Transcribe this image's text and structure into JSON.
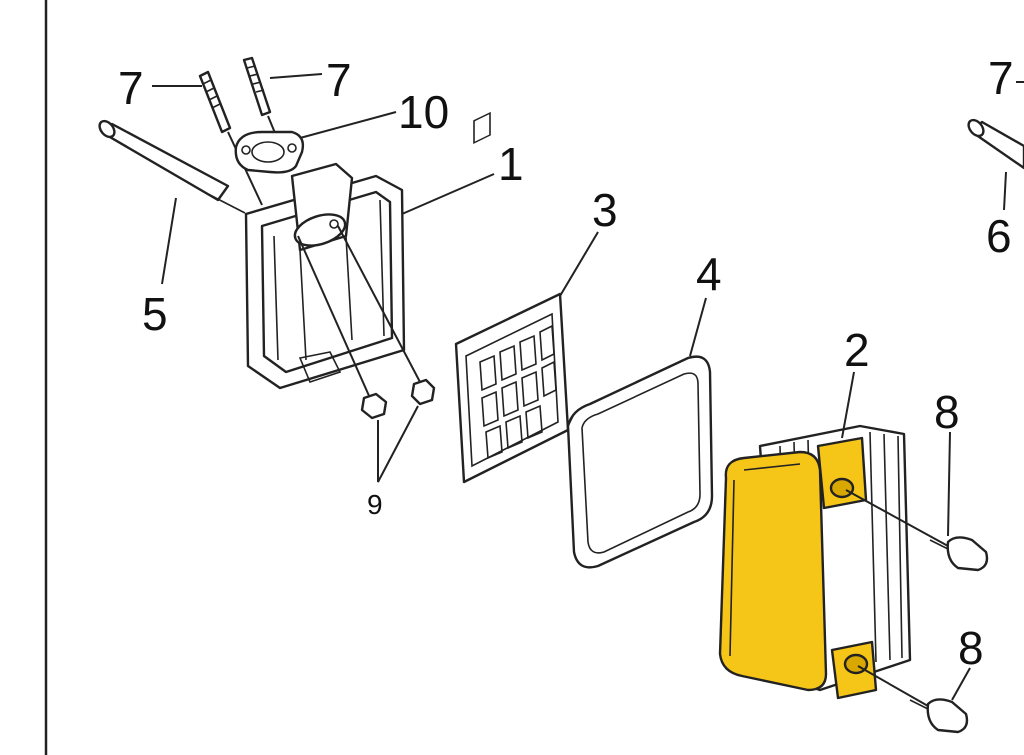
{
  "callouts": {
    "part_1": "1",
    "part_2": "2",
    "part_3": "3",
    "part_4": "4",
    "part_5": "5",
    "part_6": "6",
    "part_7_left": "7",
    "part_7_mid": "7",
    "part_7_right": "7",
    "part_8_top": "8",
    "part_8_bottom": "8",
    "part_9": "9",
    "part_10": "10"
  },
  "colors": {
    "highlight": "#F5C518",
    "highlight_dark": "#D9A800",
    "line": "#222222",
    "background": "#FFFFFF"
  }
}
